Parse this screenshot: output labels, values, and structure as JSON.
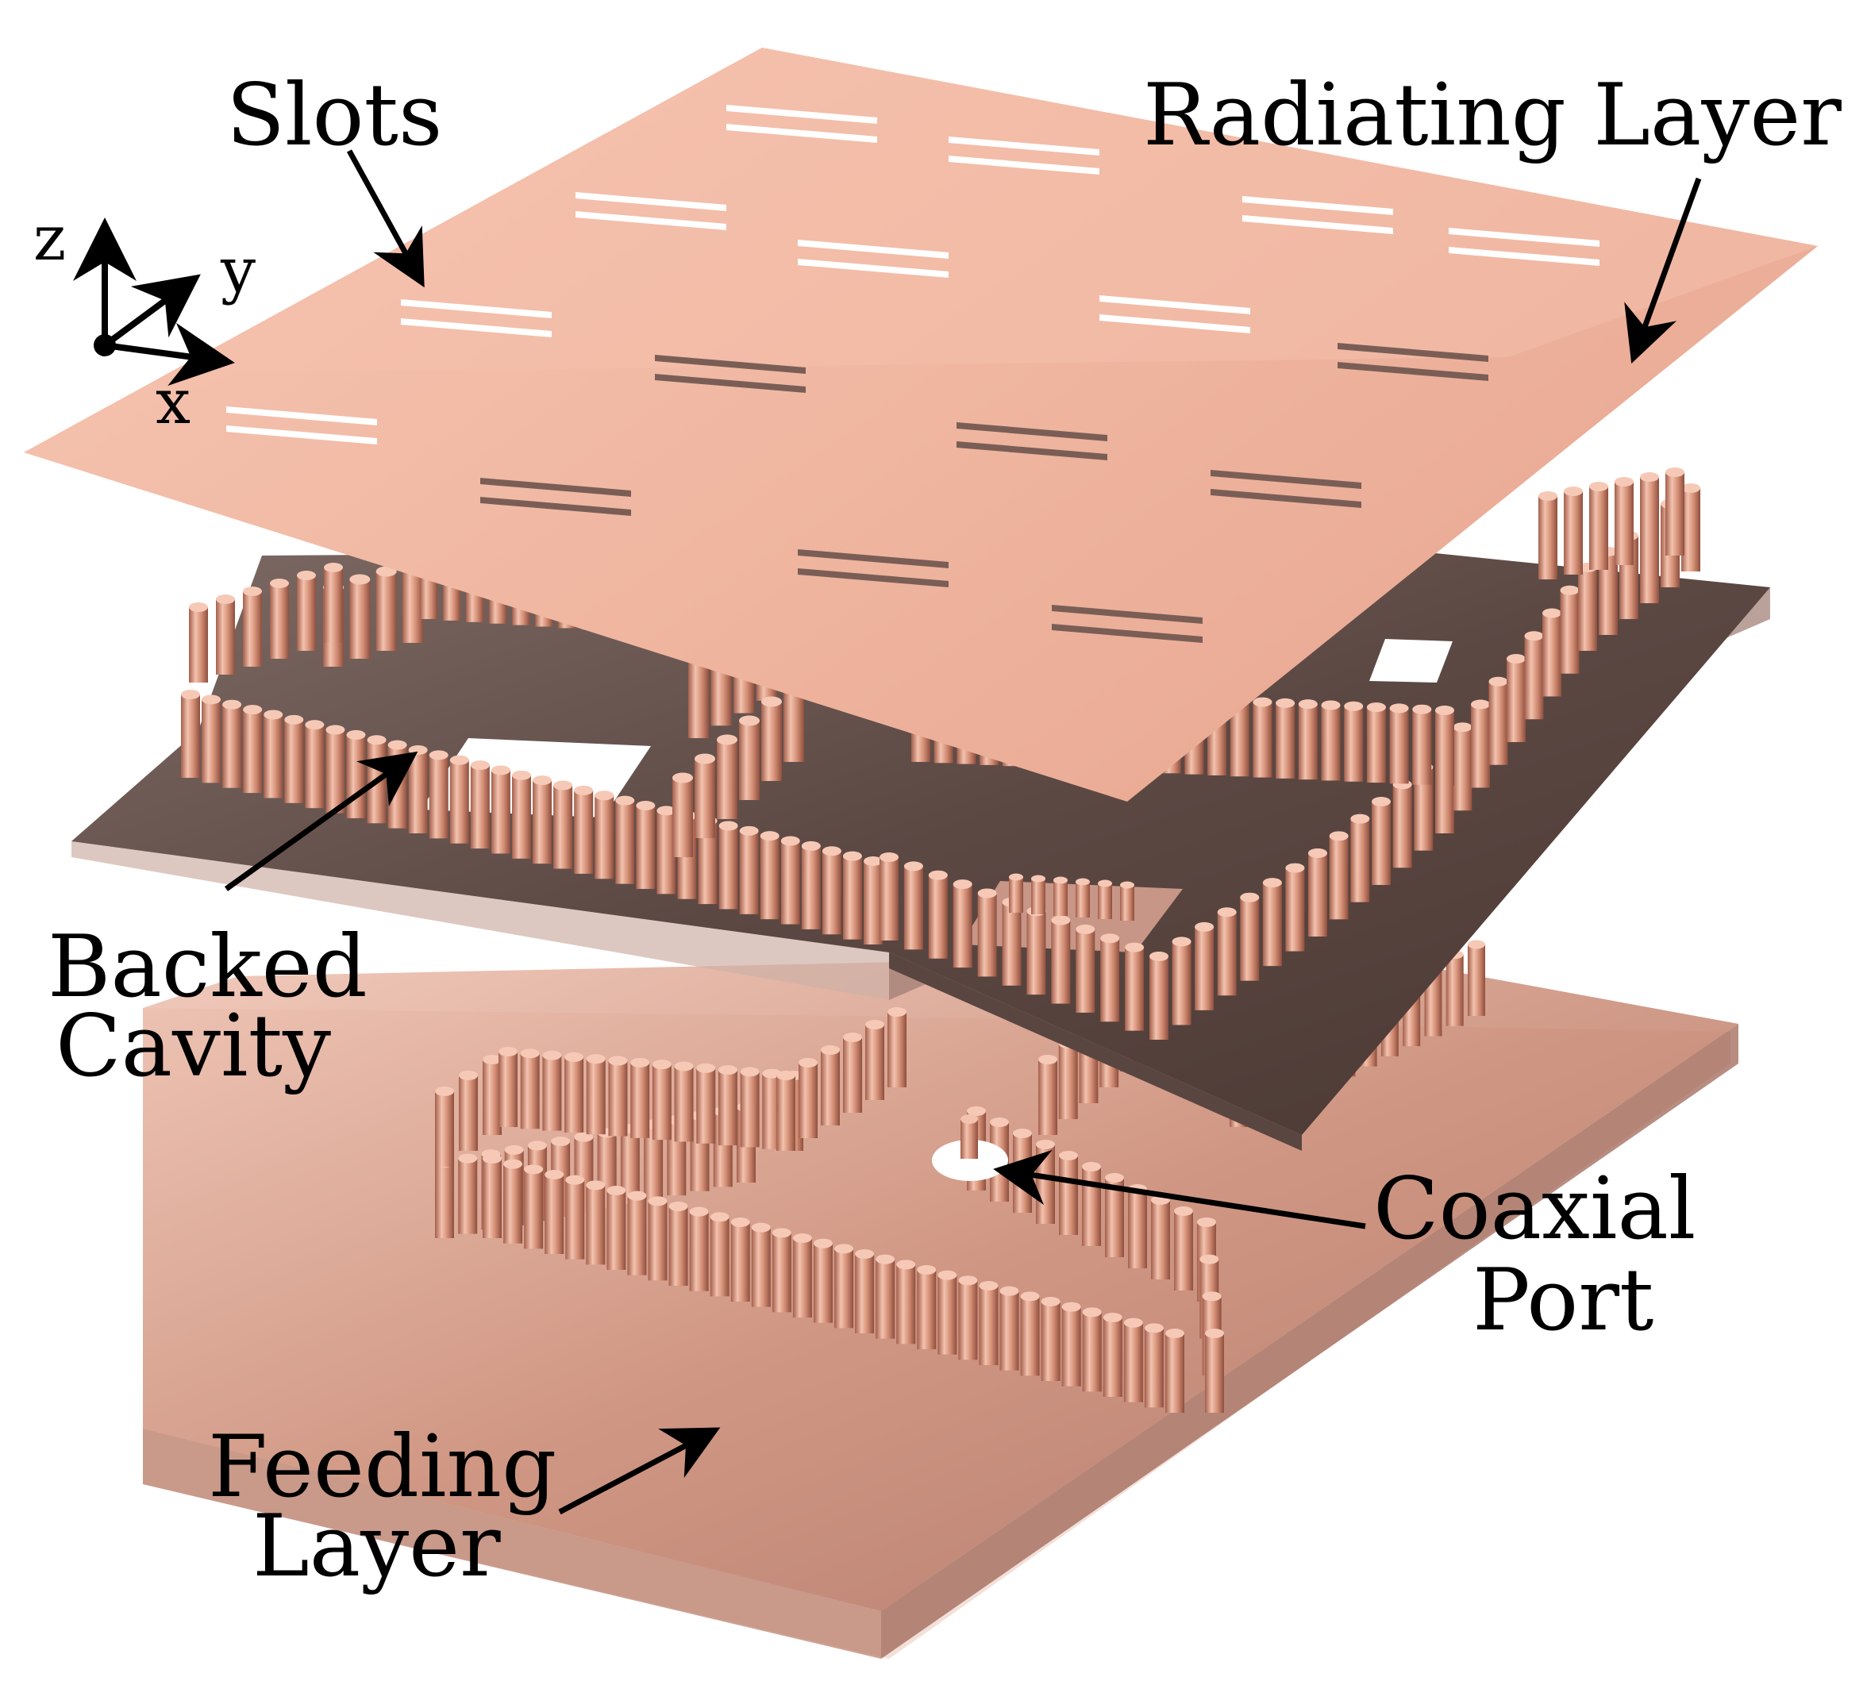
{
  "labels": {
    "slots": "Slots",
    "radiating_layer": "Radiating Layer",
    "backed_cavity_line1": "Backed",
    "backed_cavity_line2": "Cavity",
    "coaxial_port_line1": "Coaxial",
    "coaxial_port_line2": "Port",
    "feeding_layer_line1": "Feeding",
    "feeding_layer_line2": "Layer"
  },
  "axes": {
    "z": "z",
    "y": "y",
    "x": "x"
  },
  "colors": {
    "copper_light": "#f3b7a0",
    "copper_mid": "#d9967e",
    "copper_dark": "#8a5646",
    "cavity_substrate": "#6e5a54",
    "white": "#ffffff",
    "black": "#000000"
  }
}
